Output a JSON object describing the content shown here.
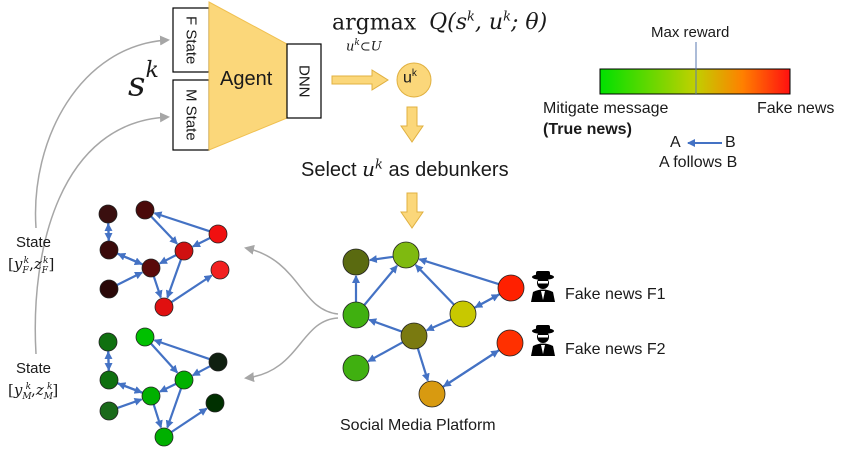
{
  "agent": {
    "state_symbol": "s",
    "state_sup": "k",
    "f_state": "F State",
    "m_state": "M State",
    "agent_label": "Agent",
    "dnn_label": "DNN",
    "action_node": "u",
    "action_sup": "k"
  },
  "formula": {
    "op": "argmax",
    "expr": "Q(s",
    "k1": "k",
    "mid": ", u",
    "k2": "k",
    "tail": "; θ)",
    "sub": "u",
    "sub_k": "k",
    "sub_rest": "⊂U"
  },
  "select": {
    "pre": "Select ",
    "u": "u",
    "k": "k",
    "post": " as debunkers"
  },
  "legend": {
    "max_reward": "Max reward",
    "left_label": "Mitigate message",
    "left_sub": "(True news)",
    "right_label": "Fake news",
    "follow_a": "A",
    "follow_b": "B",
    "follow_caption": "A follows B",
    "colors": {
      "green": "#00e000",
      "yellow": "#c8d400",
      "red": "#ff1a1a"
    }
  },
  "states": {
    "f_state_label": "State",
    "f_y": "y",
    "f_sub": "F",
    "f_k": "k",
    "m_state_label": "State",
    "m_y": "y",
    "m_sub": "M",
    "m_k": "k"
  },
  "platform": {
    "caption": "Social Media Platform",
    "fake1": "Fake news F1",
    "fake2": "Fake news F2"
  },
  "icons": {
    "hacker1": "hacker-icon",
    "hacker2": "hacker-icon",
    "arrow": "arrow-icon"
  },
  "graphs": {
    "f_graph_nodes": [
      "#3a0f0f",
      "#4a0a0a",
      "#3a0a0a",
      "#d01010",
      "#f01010",
      "#5a0a0a",
      "#2a0808",
      "#f22020",
      "#e01010"
    ],
    "m_graph_nodes": [
      "#107010",
      "#00c000",
      "#107010",
      "#00b000",
      "#102010",
      "#00b000",
      "#1a6a1a",
      "#003000",
      "#00b000"
    ],
    "main_nodes": [
      "#5a6a10",
      "#7fba10",
      "#40b010",
      "#7a7a10",
      "#c8c800",
      "#ff2000",
      "#ff3000",
      "#40b010",
      "#d89a10"
    ]
  }
}
